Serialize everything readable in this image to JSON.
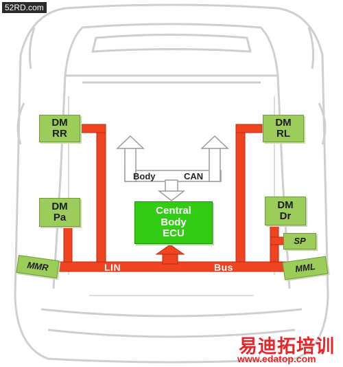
{
  "watermark_top": "52RD.com",
  "watermark_brand": "易迪拓培训",
  "watermark_url": "www.edatop.com",
  "colors": {
    "module_fill": "#9ccc5a",
    "ecu_fill": "#33cc14",
    "bus_red": "#f0431f",
    "car_outline": "#cfcfcf",
    "arrow_grey": "#b0b0b0"
  },
  "modules": {
    "dm_rr": {
      "line1": "DM",
      "line2": "RR"
    },
    "dm_rl": {
      "line1": "DM",
      "line2": "RL"
    },
    "dm_pa": {
      "line1": "DM",
      "line2": "Pa"
    },
    "dm_dr": {
      "line1": "DM",
      "line2": "Dr"
    },
    "sp": "SP",
    "mmr": "MMR",
    "mml": "MML"
  },
  "ecu": {
    "line1": "Central",
    "line2": "Body",
    "line3": "ECU"
  },
  "bus": {
    "lin_word": "LIN",
    "bus_word": "Bus"
  },
  "can": {
    "body_word": "Body",
    "can_word": "CAN"
  }
}
